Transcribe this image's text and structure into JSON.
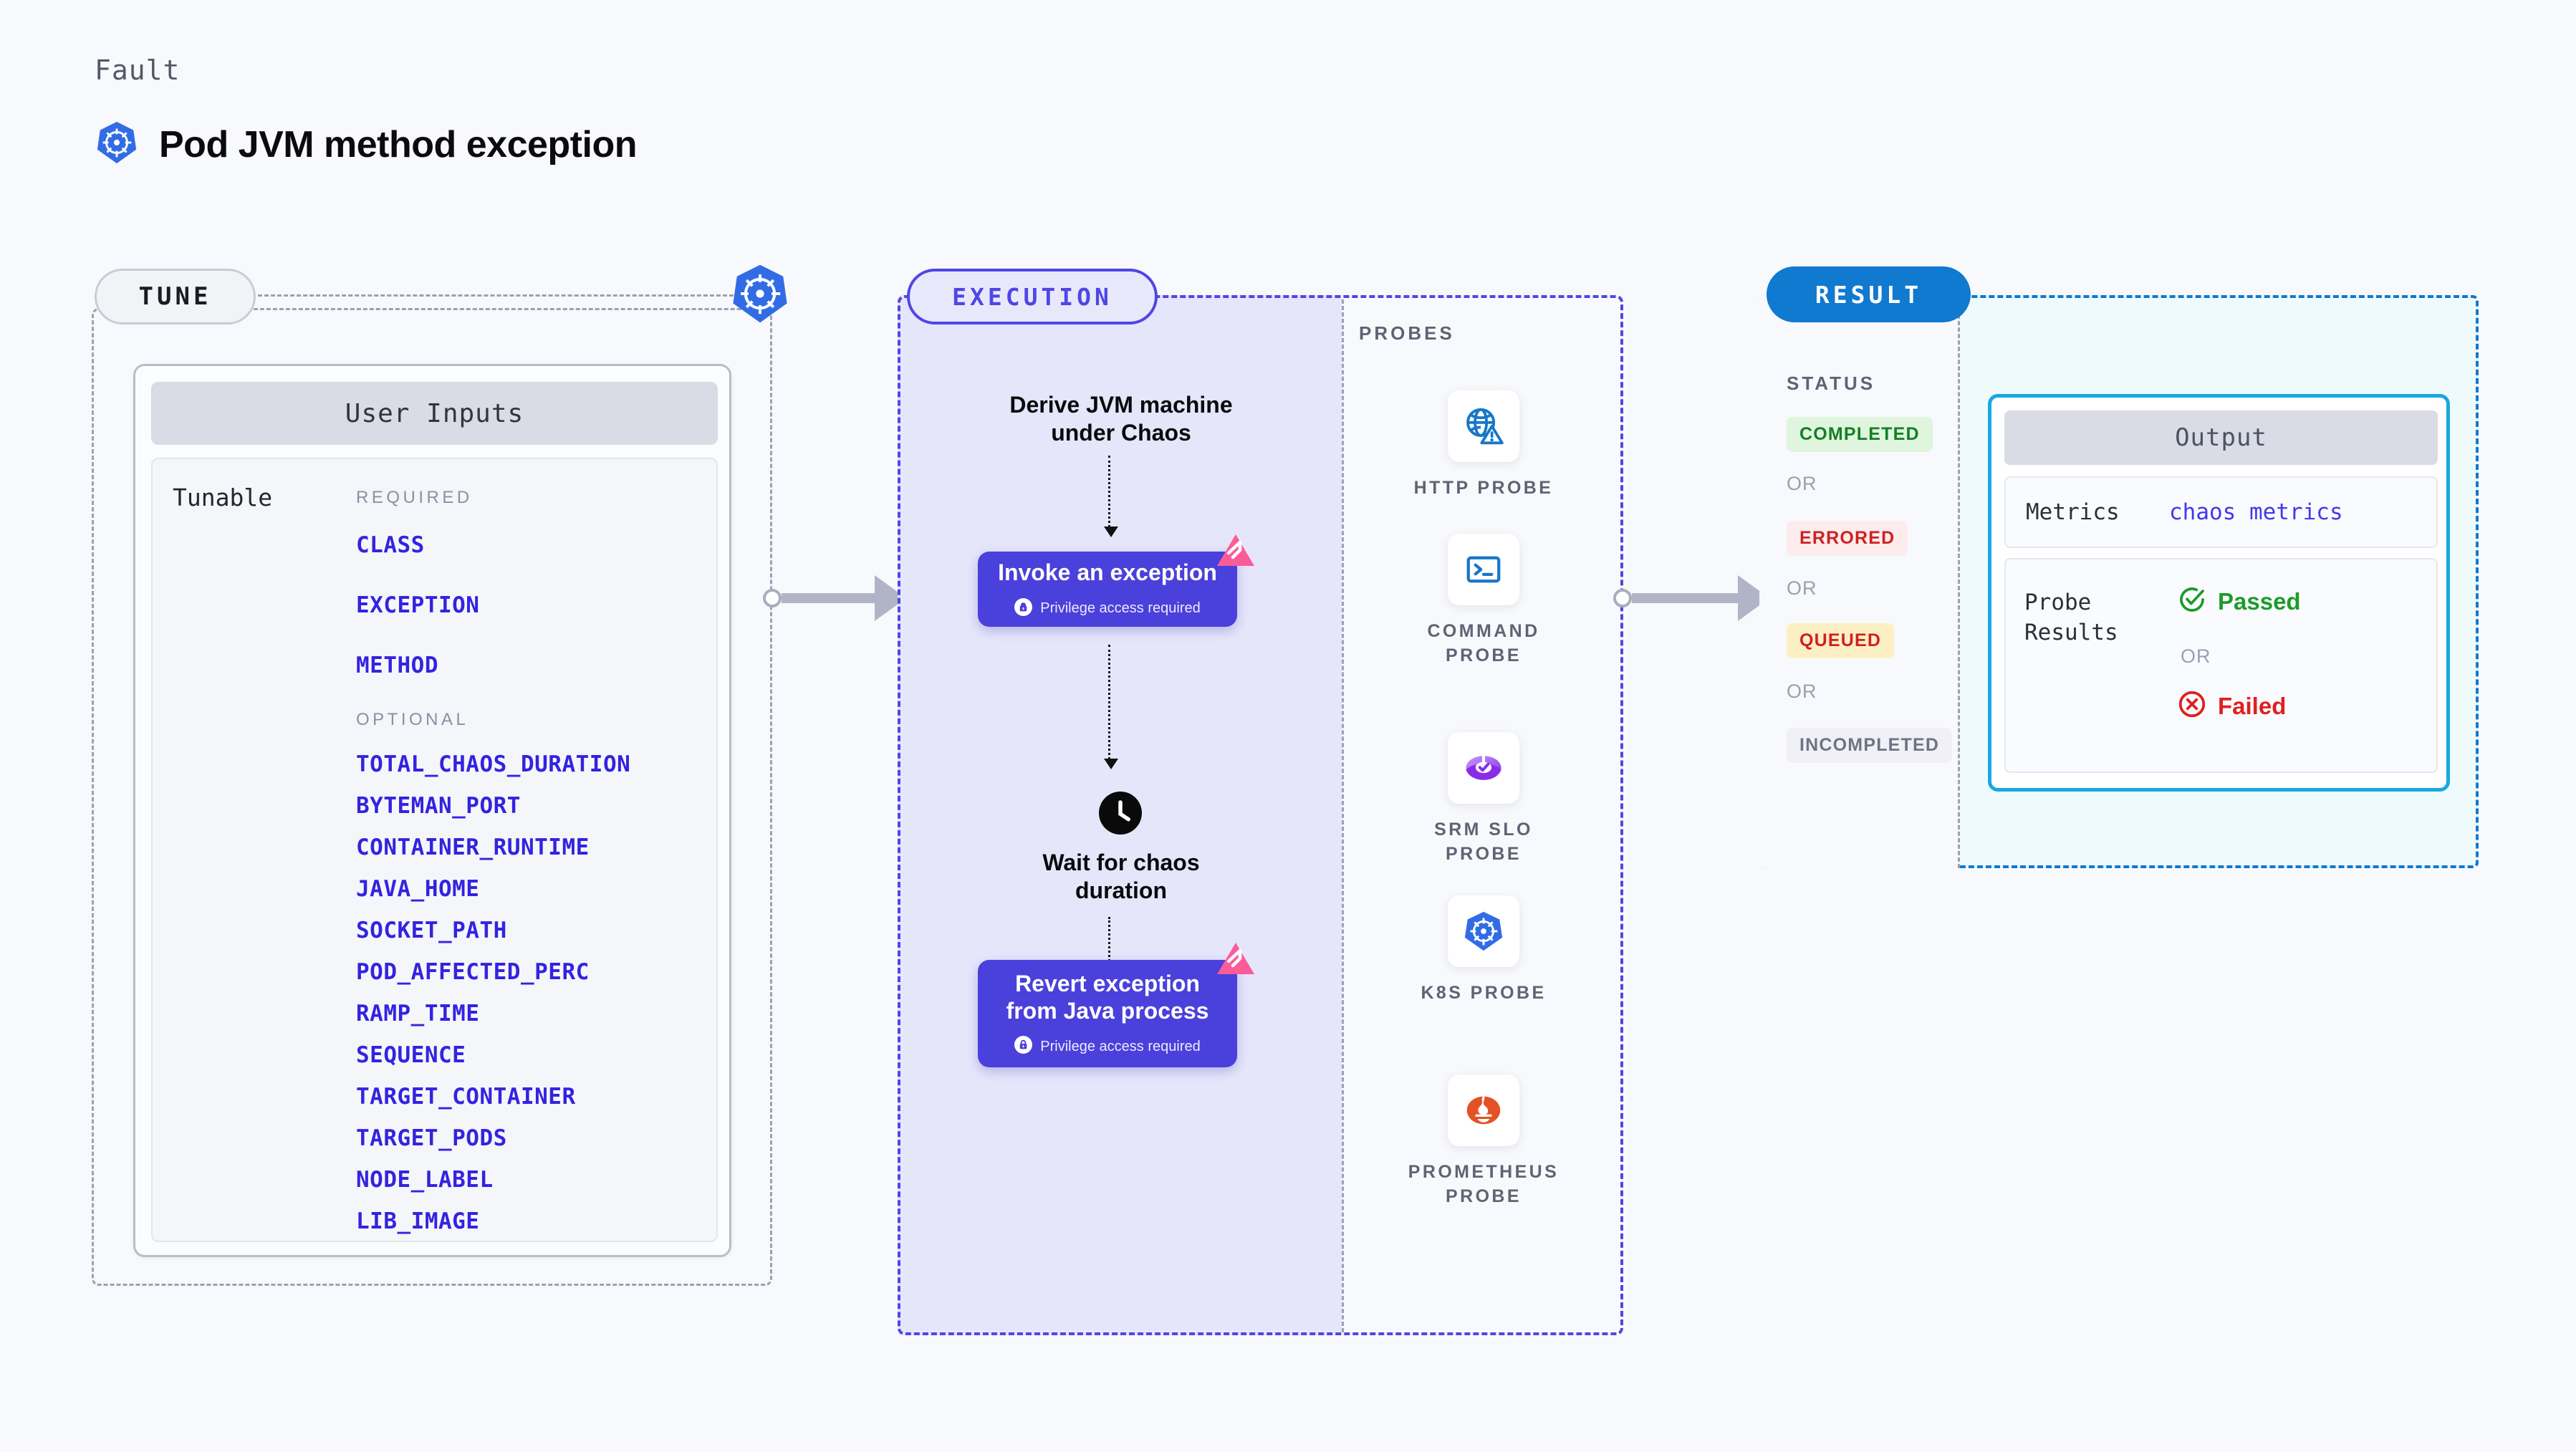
{
  "header": {
    "eyebrow": "Fault",
    "title": "Pod JVM method exception",
    "icon": "kubernetes-icon"
  },
  "colors": {
    "background": "#f8f9fc",
    "tune_border": "#9aa1b1",
    "execution_accent": "#4f46e5",
    "execution_fill": "#e6e6fb",
    "result_accent": "#1079d0",
    "result_fill": "#effafd",
    "param_link": "#3323e0",
    "purple_card": "#4a40db",
    "litmus_pink": "#fa5c9a",
    "output_border": "#19a8e0"
  },
  "tune": {
    "pill_label": "TUNE",
    "badge_icon": "kubernetes-icon",
    "card": {
      "header": "User Inputs",
      "tunable_label": "Tunable",
      "groups": [
        {
          "label": "REQUIRED",
          "params": [
            "CLASS",
            "EXCEPTION",
            "METHOD"
          ]
        },
        {
          "label": "OPTIONAL",
          "params": [
            "TOTAL_CHAOS_DURATION",
            "BYTEMAN_PORT",
            "CONTAINER_RUNTIME",
            "JAVA_HOME",
            "SOCKET_PATH",
            "POD_AFFECTED_PERC",
            "RAMP_TIME",
            "SEQUENCE",
            "TARGET_CONTAINER",
            "TARGET_PODS",
            "NODE_LABEL",
            "LIB_IMAGE"
          ]
        }
      ]
    }
  },
  "execution": {
    "pill_label": "EXECUTION",
    "steps": [
      {
        "kind": "text",
        "label": "Derive JVM machine\nunder Chaos"
      },
      {
        "kind": "card",
        "label": "Invoke an exception",
        "note": "Privilege access required",
        "note_icon": "lock-icon",
        "badge_icon": "litmus-icon"
      },
      {
        "kind": "text",
        "label": "Wait for chaos\nduration",
        "icon": "clock-icon"
      },
      {
        "kind": "card",
        "label": "Revert exception\nfrom Java process",
        "note": "Privilege access required",
        "note_icon": "lock-icon",
        "badge_icon": "litmus-icon"
      }
    ]
  },
  "probes": {
    "section_label": "PROBES",
    "items": [
      {
        "label": "HTTP PROBE",
        "icon": "globe-warning-icon"
      },
      {
        "label": "COMMAND PROBE",
        "icon": "terminal-icon"
      },
      {
        "label": "SRM SLO PROBE",
        "icon": "srm-slo-icon"
      },
      {
        "label": "K8S PROBE",
        "icon": "kubernetes-icon"
      },
      {
        "label": "PROMETHEUS PROBE",
        "icon": "prometheus-icon"
      }
    ]
  },
  "result": {
    "pill_label": "RESULT",
    "status_label": "STATUS",
    "or_label": "OR",
    "statuses": [
      {
        "label": "COMPLETED",
        "fg": "#128024",
        "bg": "#dff5de"
      },
      {
        "label": "ERRORED",
        "fg": "#cf2121",
        "bg": "#fdeced"
      },
      {
        "label": "QUEUED",
        "fg": "#cf2121",
        "bg": "#fcefc4"
      },
      {
        "label": "INCOMPLETED",
        "fg": "#6e7384",
        "bg": "#f0f0f6"
      }
    ],
    "output": {
      "header": "Output",
      "metrics_key": "Metrics",
      "metrics_value": "chaos metrics",
      "probe_results_key": "Probe\nResults",
      "passed_label": "Passed",
      "failed_label": "Failed",
      "or_label": "OR",
      "passed_color": "#1d9b2a",
      "failed_color": "#e01f1f",
      "passed_icon": "check-circle-icon",
      "failed_icon": "x-circle-icon"
    }
  }
}
